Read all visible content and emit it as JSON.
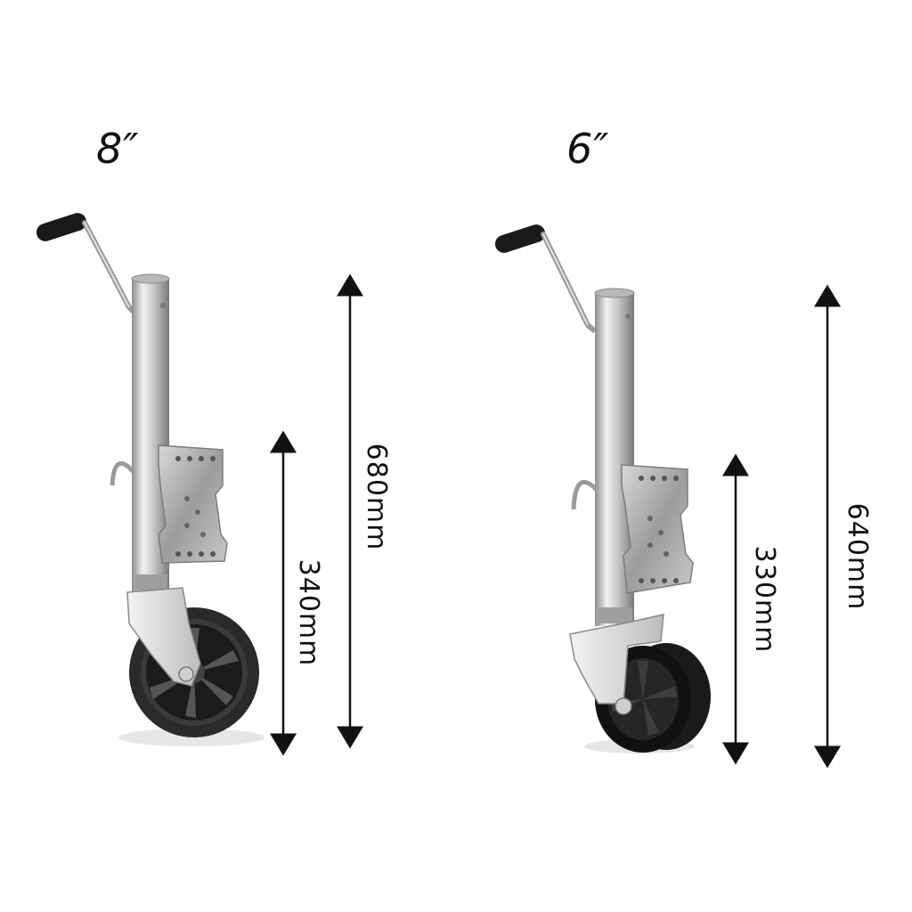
{
  "products": [
    {
      "size_label": "8″",
      "total_height": "680mm",
      "mount_height": "340mm"
    },
    {
      "size_label": "6″",
      "total_height": "640mm",
      "mount_height": "330mm"
    }
  ],
  "colors": {
    "metal_light": "#e6e6e6",
    "metal_mid": "#a9a9a9",
    "metal_dark": "#6e6e6e",
    "tyre": "#1c1c1c",
    "arrow": "#111111"
  }
}
